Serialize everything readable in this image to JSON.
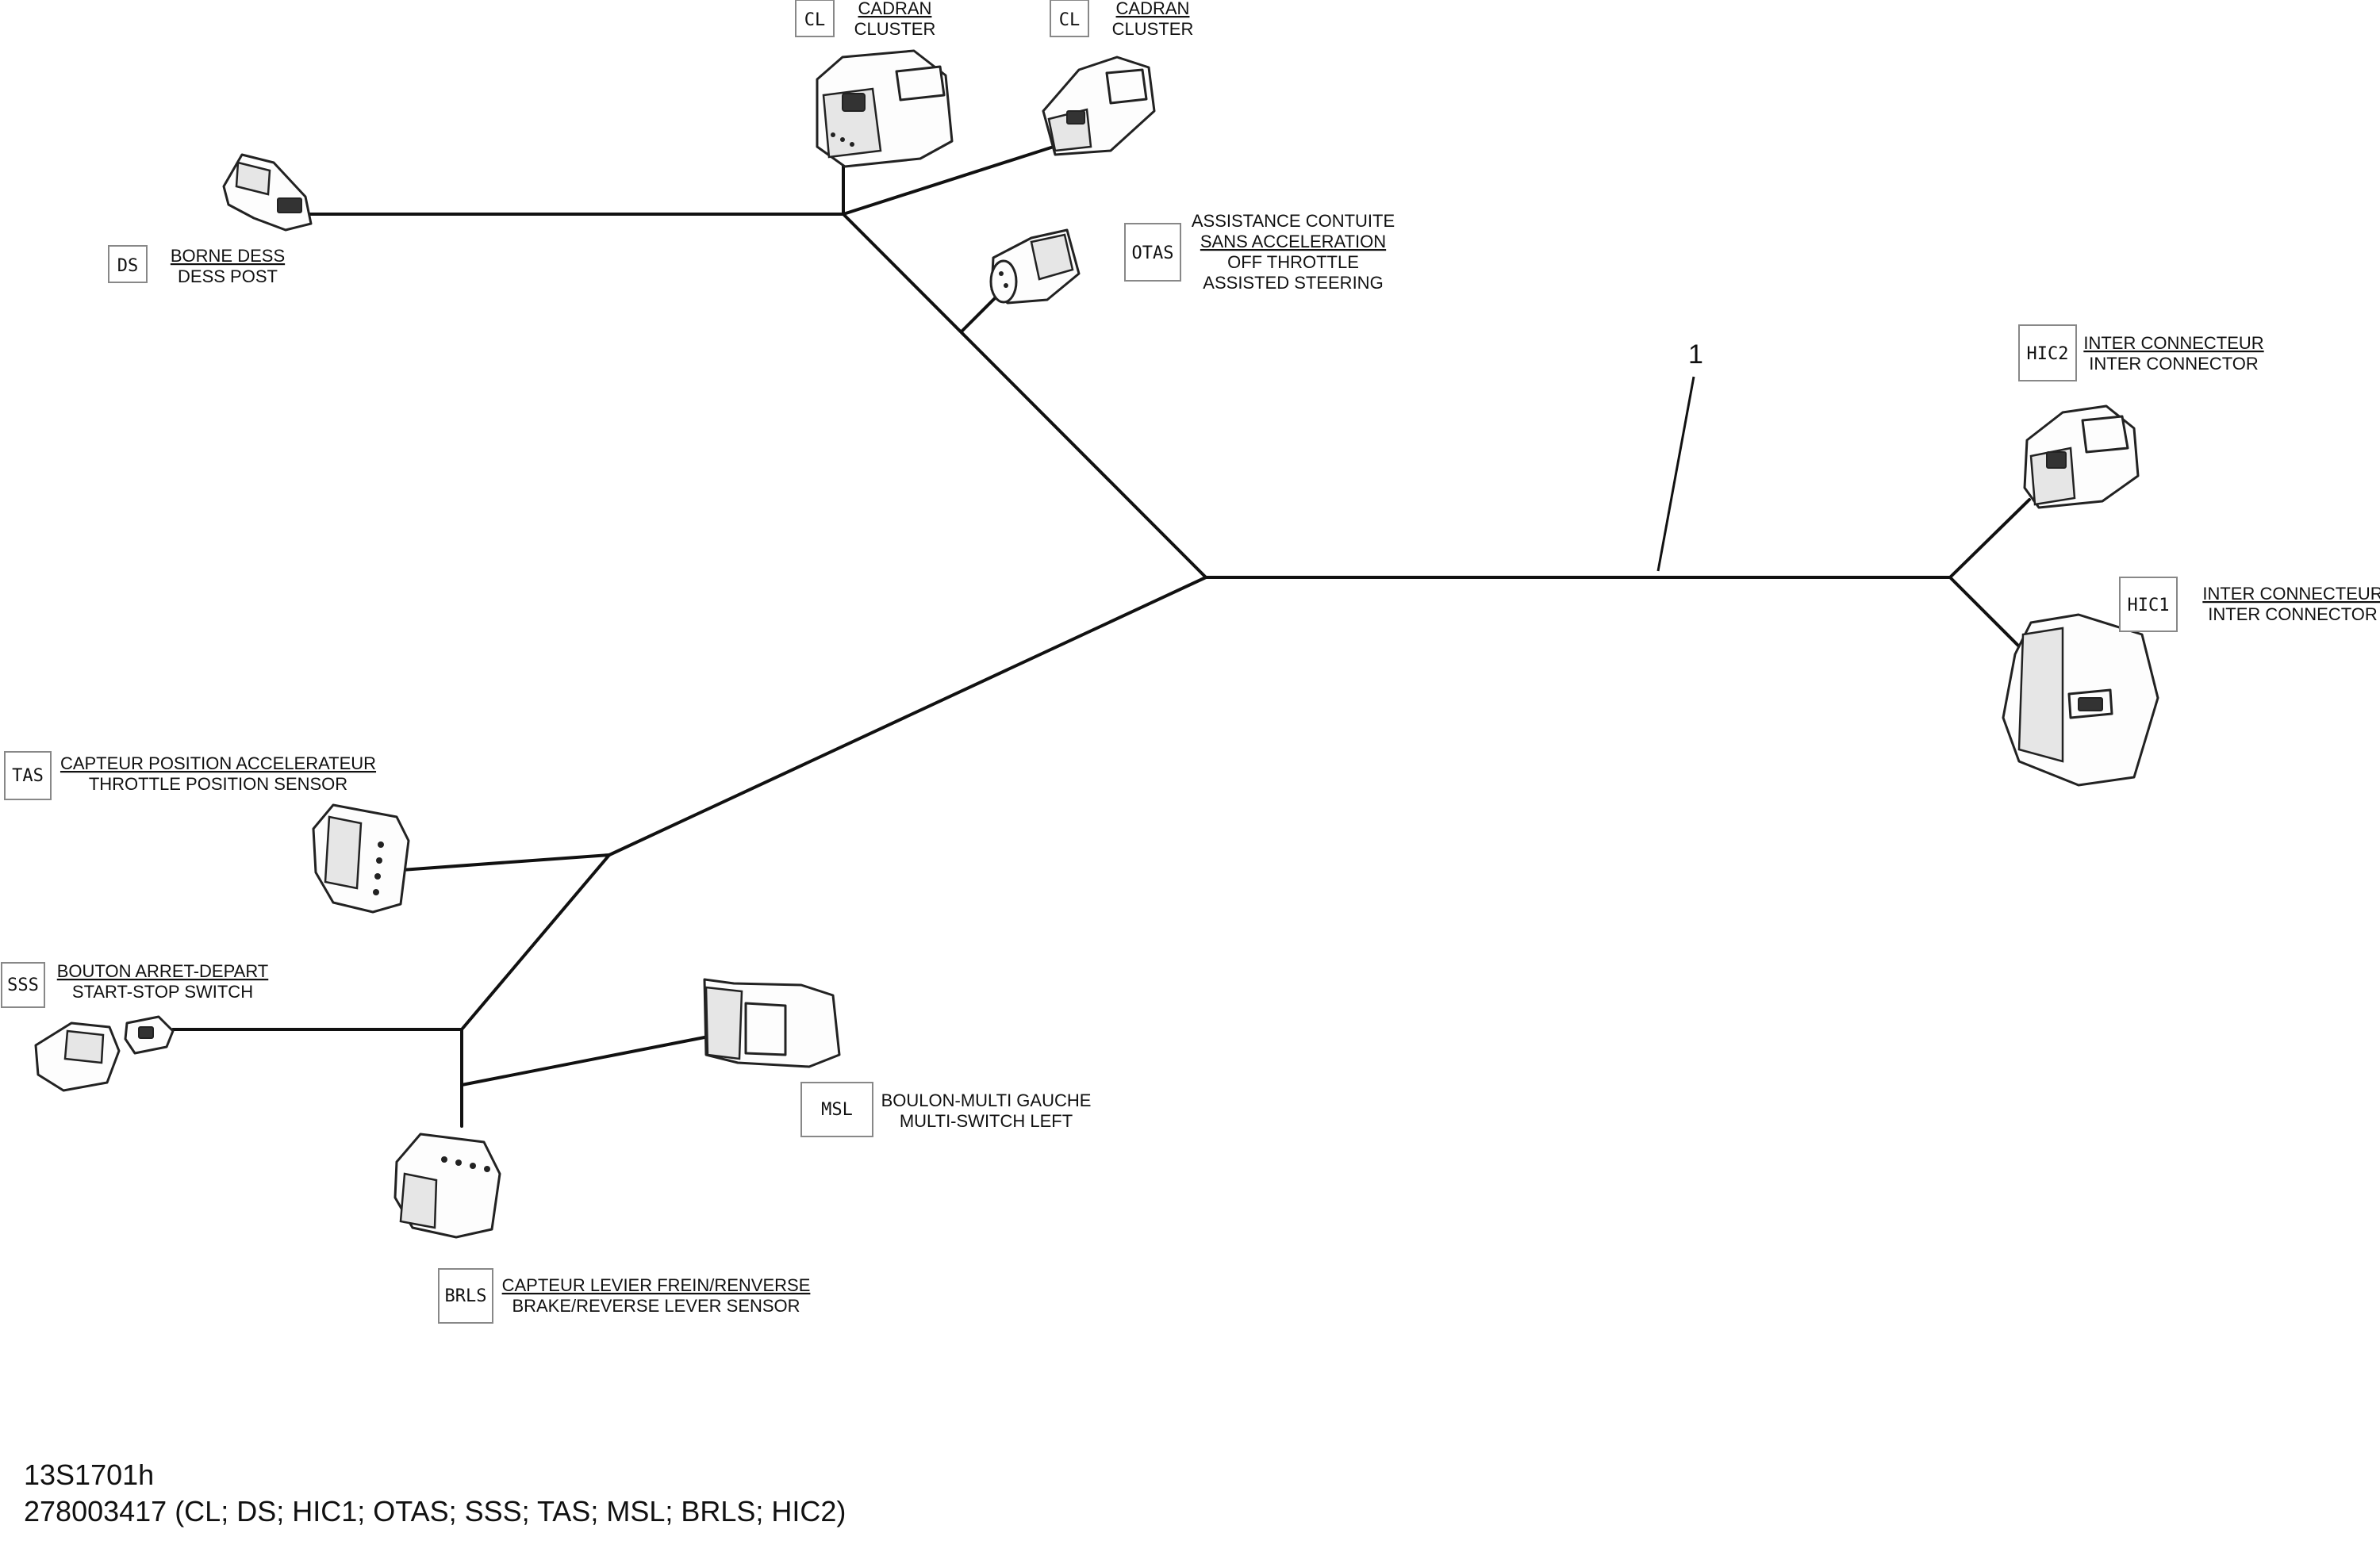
{
  "item_number": "1",
  "connectors": [
    {
      "code": "CL",
      "label_fr": "CADRAN",
      "label_en": "CLUSTER"
    },
    {
      "code": "CL",
      "label_fr": "CADRAN",
      "label_en": "CLUSTER"
    },
    {
      "code": "DS",
      "label_fr": "BORNE DESS",
      "label_en": "DESS POST"
    },
    {
      "code": "OTAS",
      "label_fr_1": "ASSISTANCE CONTUITE",
      "label_fr_2": "SANS ACCELERATION",
      "label_en_1": "OFF THROTTLE",
      "label_en_2": "ASSISTED STEERING"
    },
    {
      "code": "HIC2",
      "label_fr": "INTER CONNECTEUR",
      "label_en": "INTER CONNECTOR"
    },
    {
      "code": "HIC1",
      "label_fr": "INTER CONNECTEUR",
      "label_en": "INTER CONNECTOR"
    },
    {
      "code": "TAS",
      "label_fr": "CAPTEUR POSITION ACCELERATEUR",
      "label_en": "THROTTLE POSITION SENSOR"
    },
    {
      "code": "SSS",
      "label_fr": "BOUTON ARRET-DEPART",
      "label_en": "START-STOP SWITCH"
    },
    {
      "code": "MSL",
      "label_fr": "BOULON-MULTI GAUCHE",
      "label_en": "MULTI-SWITCH LEFT"
    },
    {
      "code": "BRLS",
      "label_fr": "CAPTEUR LEVIER FREIN/RENVERSE",
      "label_en": "BRAKE/REVERSE LEVER SENSOR"
    }
  ],
  "footer": {
    "drawing_id": "13S1701h",
    "part_line": "278003417 (CL; DS; HIC1; OTAS; SSS; TAS; MSL; BRLS; HIC2)"
  }
}
